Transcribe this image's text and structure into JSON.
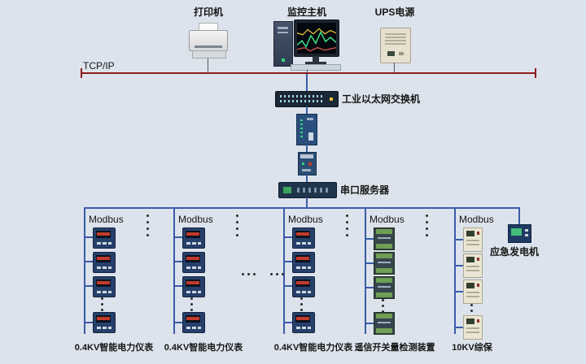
{
  "top_devices": [
    {
      "name": "printer",
      "label": "打印机"
    },
    {
      "name": "monitoring-host",
      "label": "监控主机"
    },
    {
      "name": "ups-power",
      "label": "UPS电源"
    }
  ],
  "network": {
    "tcpip_label": "TCP/IP",
    "ethernet_switch_label": "工业以太网交换机",
    "serial_server_label": "串口服务器",
    "modbus_label": "Modbus"
  },
  "buses": [
    {
      "bottom_label": "0.4KV智能电力仪表",
      "device": "smart-power-meter",
      "devices_shown": 4
    },
    {
      "bottom_label": "0.4KV智能电力仪表",
      "device": "smart-power-meter",
      "devices_shown": 4
    },
    {
      "bottom_label": "0.4KV智能电力仪表",
      "device": "smart-power-meter",
      "devices_shown": 4
    },
    {
      "bottom_label": "遥信开关量检测装置",
      "device": "remote-signal-io-module",
      "devices_shown": 4
    },
    {
      "bottom_label": "10KV综保",
      "device": "protection-relay",
      "devices_shown": 4
    }
  ],
  "generator": {
    "label": "应急发电机"
  },
  "colors": {
    "background": "#dde3ec",
    "tcpip_line": "#8e1b1b",
    "bus_line": "#3a5ca8"
  },
  "icons": {
    "printer-icon": "css-shape",
    "monitor-host-icon": "css-shape with waveform screen",
    "ups-icon": "css-shape",
    "ethernet-switch-icon": "css-shape",
    "media-converter-icon": "css-shape",
    "protocol-converter-icon": "css-shape",
    "serial-server-icon": "css-shape",
    "power-meter-icon": "css-shape",
    "remote-io-module-icon": "css-shape",
    "protection-relay-icon": "css-shape",
    "generator-controller-icon": "css-shape"
  }
}
